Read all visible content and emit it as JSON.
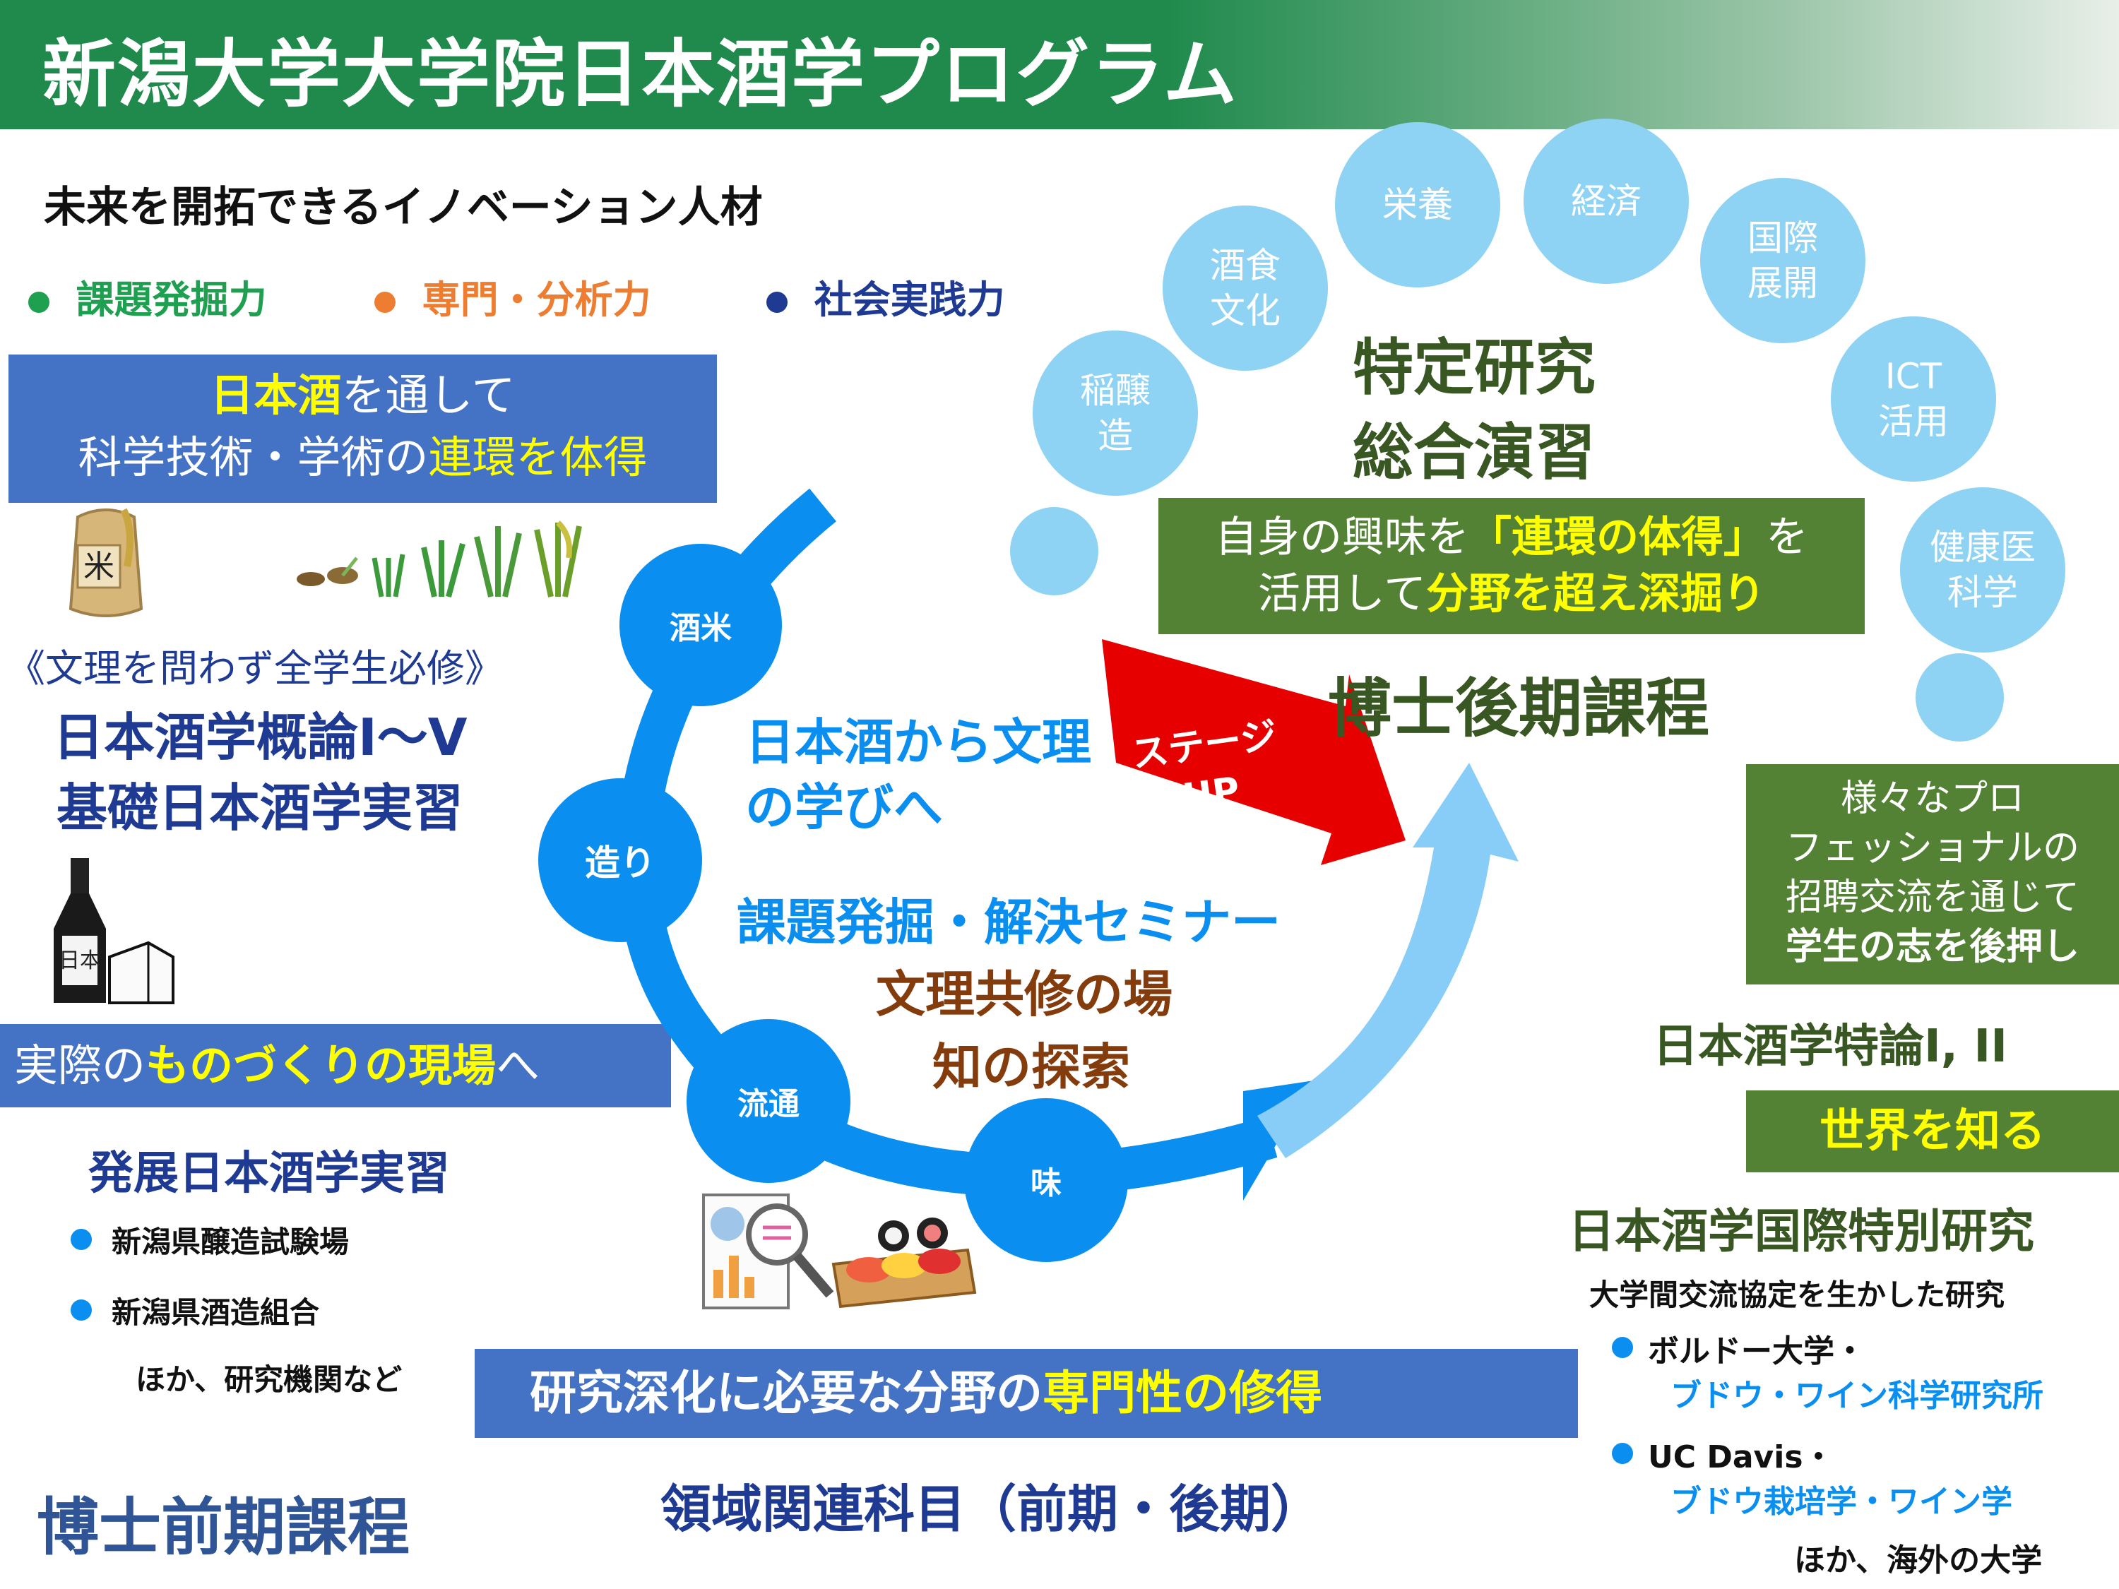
{
  "title": "新潟大学大学院日本酒学プログラム",
  "tagline": "未来を開拓できるイノベーション人材",
  "abilities": [
    {
      "label": "課題発掘力",
      "color": "#1fa050"
    },
    {
      "label": "専門・分析力",
      "color": "#ed7d31"
    },
    {
      "label": "社会実践力",
      "color": "#1f3a93"
    }
  ],
  "left": {
    "box1": {
      "a": "日本酒",
      "b": "を通して",
      "c": "科学技術・学術の",
      "d": "連環を体得"
    },
    "required_note": "《文理を問わず全学生必修》",
    "course1": "日本酒学概論I～V",
    "course2": "基礎日本酒学実習",
    "box2": {
      "a": "実際の",
      "b": "ものづくりの現場",
      "c": "へ"
    },
    "advanced_course": "発展日本酒学実習",
    "partners": [
      "新潟県醸造試験場",
      "新潟県酒造組合"
    ],
    "partners_more": "ほか、研究機関など",
    "master_label": "博士前期課程"
  },
  "center": {
    "cycle": [
      "酒米",
      "造り",
      "流通",
      "味"
    ],
    "headline": "日本酒から文理の学びへ",
    "seminar": "課題発掘・解決セミナー",
    "co_study": "文理共修の場",
    "explore": "知の探索",
    "stage_up": "ステージUP",
    "box": {
      "a": "研究深化に必要な分野の",
      "b": "専門性の修得"
    },
    "subjects": "領域関連科目（前期・後期）"
  },
  "right": {
    "fields": [
      "稲醸造",
      "酒食文化",
      "栄養",
      "経済",
      "国際展開",
      "ICT活用",
      "健康医科学"
    ],
    "research1": "特定研究",
    "research2": "総合演習",
    "box": {
      "a": "自身の興味を",
      "b": "「連環の体得」",
      "c": "を",
      "d": "活用して",
      "e": "分野を超え深掘り"
    },
    "doctor_label": "博士後期課程",
    "pro_box": {
      "a": "様々なプロ",
      "b": "フェッショナルの",
      "c": "招聘交流を通じて",
      "d": "学生の志を後押し"
    },
    "special_lecture": "日本酒学特論I, II",
    "world": "世界を知る",
    "intl": "日本酒学国際特別研究",
    "intl_sub": "大学間交流協定を生かした研究",
    "partners": [
      {
        "a": "ボルドー大学・",
        "b": "ブドウ・ワイン科学研究所"
      },
      {
        "a": "UC Davis・",
        "b": "ブドウ栽培学・ワイン学"
      }
    ],
    "partners_more": "ほか、海外の大学"
  },
  "colors": {
    "header": "#1f8a4c",
    "blue_box": "#4472c4",
    "green_box": "#548235",
    "highlight": "#ffff00",
    "cycle_blue": "#0a8ff0",
    "field_blue": "#8fd3f4",
    "arrow_red": "#e60000"
  }
}
